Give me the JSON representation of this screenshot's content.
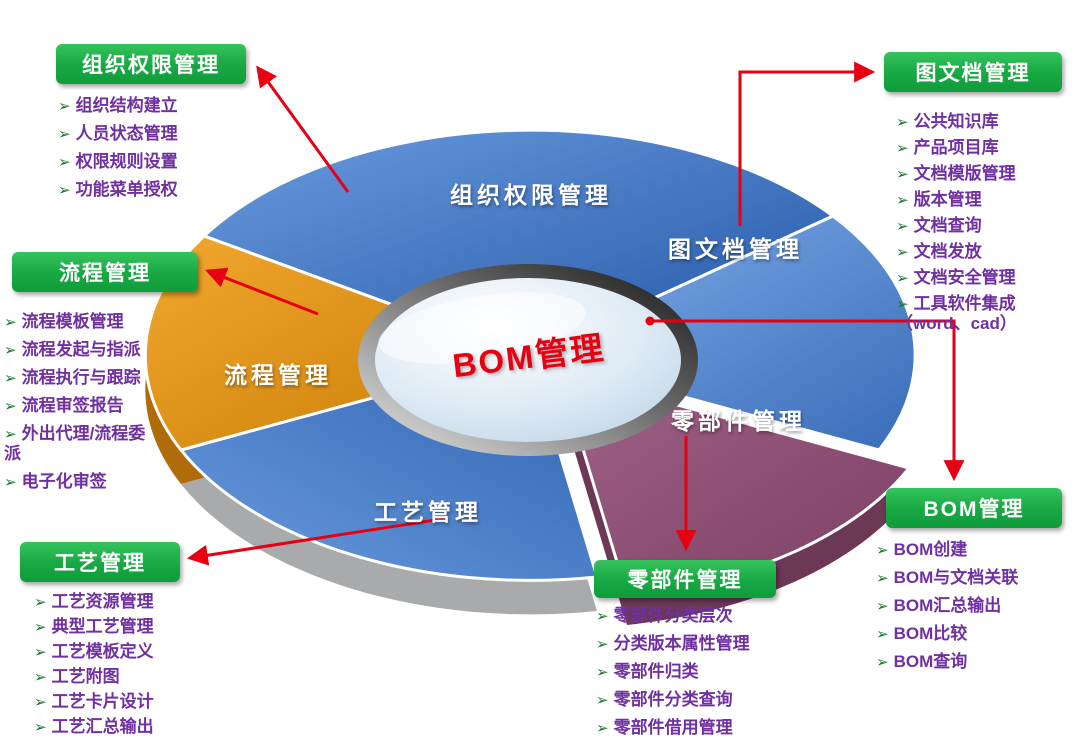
{
  "glyphs": {
    "bullet": "➢"
  },
  "pie": {
    "center_label": "BOM管理",
    "wedge_labels": {
      "org": "组织权限管理",
      "doc": "图文档管理",
      "flow": "流程管理",
      "craft": "工艺管理",
      "parts": "零部件管理"
    },
    "colors": {
      "blue_top": "#3a71c4",
      "blue_right": "#5b93dd",
      "blue_bottom": "#3d79cc",
      "orange": "#df9316",
      "purple": "#8d4a74",
      "box_green": "#17a843",
      "list_purple": "#7030a0",
      "arrow_red": "#e60012",
      "center_text_red": "#e60012"
    }
  },
  "sections": {
    "org": {
      "title": "组织权限管理",
      "items": [
        "组织结构建立",
        "人员状态管理",
        "权限规则设置",
        "功能菜单授权"
      ]
    },
    "doc": {
      "title": "图文档管理",
      "items": [
        "公共知识库",
        "产品项目库",
        "文档模版管理",
        "版本管理",
        "文档查询",
        "文档发放",
        "文档安全管理",
        "工具软件集成（word、cad）"
      ]
    },
    "flow": {
      "title": "流程管理",
      "items": [
        "流程模板管理",
        "流程发起与指派",
        "流程执行与跟踪",
        "流程审签报告",
        "外出代理/流程委派",
        "电子化审签"
      ]
    },
    "craft": {
      "title": "工艺管理",
      "items": [
        "工艺资源管理",
        "典型工艺管理",
        "工艺模板定义",
        "工艺附图",
        "工艺卡片设计",
        "工艺汇总输出"
      ]
    },
    "parts": {
      "title": "零部件管理",
      "items": [
        "零部件分类层次",
        "分类版本属性管理",
        "零部件归类",
        "零部件分类查询",
        "零部件借用管理"
      ]
    },
    "bom": {
      "title": "BOM管理",
      "items": [
        "BOM创建",
        "BOM与文档关联",
        "BOM汇总输出",
        "BOM比较",
        "BOM查询"
      ]
    }
  }
}
